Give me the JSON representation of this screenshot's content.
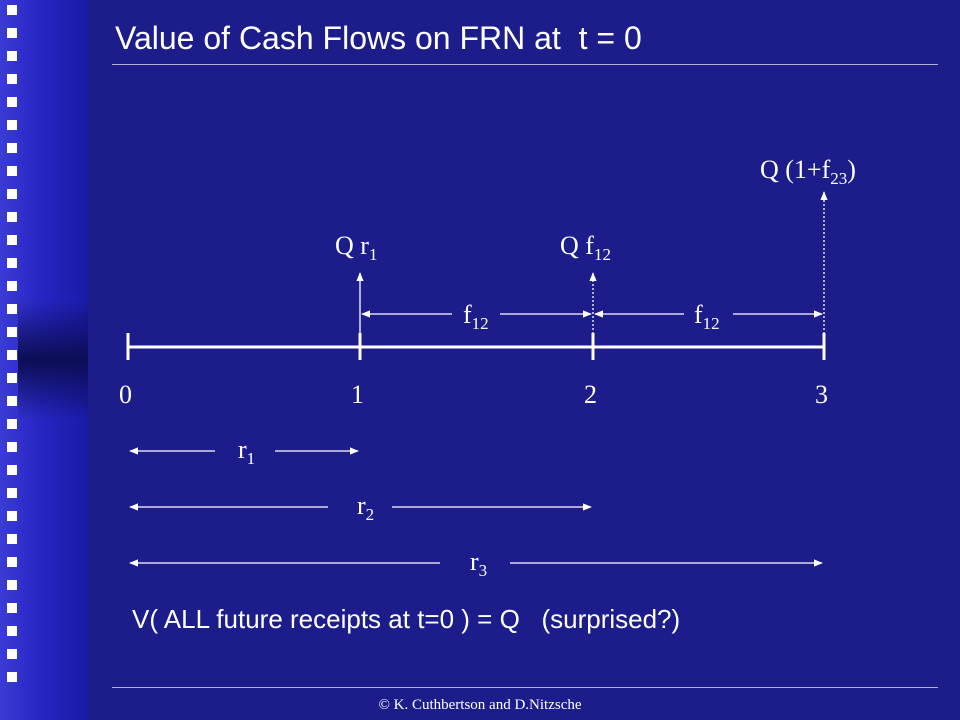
{
  "slide": {
    "title": "Value of Cash Flows on FRN at  t = 0",
    "formula": "V( ALL future receipts at t=0 ) = Q   (surprised?)",
    "footer": "© K. Cuthbertson and D.Nitzsche"
  },
  "timeline": {
    "ticks": [
      "0",
      "1",
      "2",
      "3"
    ]
  },
  "cash_flows": [
    {
      "base": "Q r",
      "sub": "1",
      "tail": ""
    },
    {
      "base": "Q f",
      "sub": "12",
      "tail": ""
    },
    {
      "base": "Q (1+f",
      "sub": "23",
      "tail": ")"
    }
  ],
  "forward_spans": [
    {
      "base": "f",
      "sub": "12"
    },
    {
      "base": "f",
      "sub": "12"
    }
  ],
  "spot_spans": [
    {
      "base": "r",
      "sub": "1"
    },
    {
      "base": "r",
      "sub": "2"
    },
    {
      "base": "r",
      "sub": "3"
    }
  ],
  "colors": {
    "background": "#1c1d8a",
    "sidebar": "#2a2ac8",
    "text": "#ffffff"
  }
}
